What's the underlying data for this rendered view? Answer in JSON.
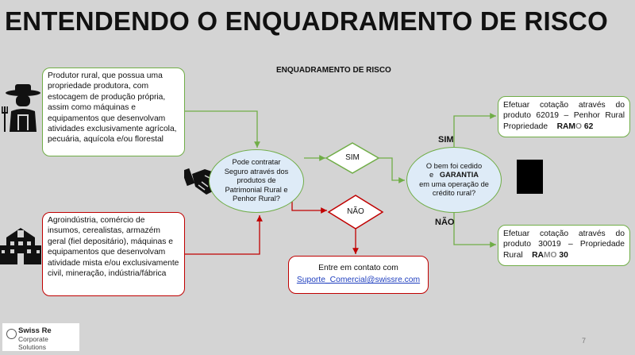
{
  "slide": {
    "title": "ENTENDENDO O ENQUADRAMENTO DE RISCO",
    "subtitle": "ENQUADRAMENTO DE RISCO",
    "page_number": "7"
  },
  "boxes": {
    "produtor": "Produtor rural, que possua uma propriedade produtora, com estocagem de produção própria, assim como máquinas e equipamentos que desenvolvam atividades exclusivamente agrícola, pecuária, aquícola e/ou florestal",
    "agroindustria": "Agroindústria, comércio de insumos, cerealistas, armazém geral (fiel depositário), máquinas e equipamentos que desenvolvam atividade mista e/ou exclusivamente civil, mineração, indústria/fábrica",
    "contato_text": "Entre em contato com",
    "contato_email": "Suporte_Comercial@swissre.com"
  },
  "decisions": {
    "first": "Pode contratar Seguro através dos produtos de Patrimonial Rural e Penhor Rural?",
    "second_prefix": "O bem foi cedido",
    "second_e": "e",
    "second_bold": "GARANTIA",
    "second_suffix": "em uma operação de crédito rural?"
  },
  "diamonds": {
    "sim": "SIM",
    "nao": "NÃO"
  },
  "branch_labels": {
    "sim": "SIM",
    "nao": "NÃO"
  },
  "results": {
    "r1_text": "Efetuar cotação através do produto 62019 – Penhor Rural Propriedade",
    "r1_ramo_a": "RAM",
    "r1_ramo_b": "O",
    "r1_ramo_num": "62",
    "r2_text": "Efetuar cotação através do produto 30019 – Propriedade Rural",
    "r2_ramo_a": "RA",
    "r2_ramo_b": "MO",
    "r2_ramo_num": "30"
  },
  "logo": {
    "name": "Swiss Re",
    "sub": "Corporate Solutions"
  },
  "colors": {
    "background": "#d4d4d4",
    "green": "#70ad47",
    "red": "#c00000",
    "ellipse_fill": "#deebf7"
  },
  "icons": [
    "farmer-icon",
    "handshake-icon",
    "building-icon"
  ]
}
